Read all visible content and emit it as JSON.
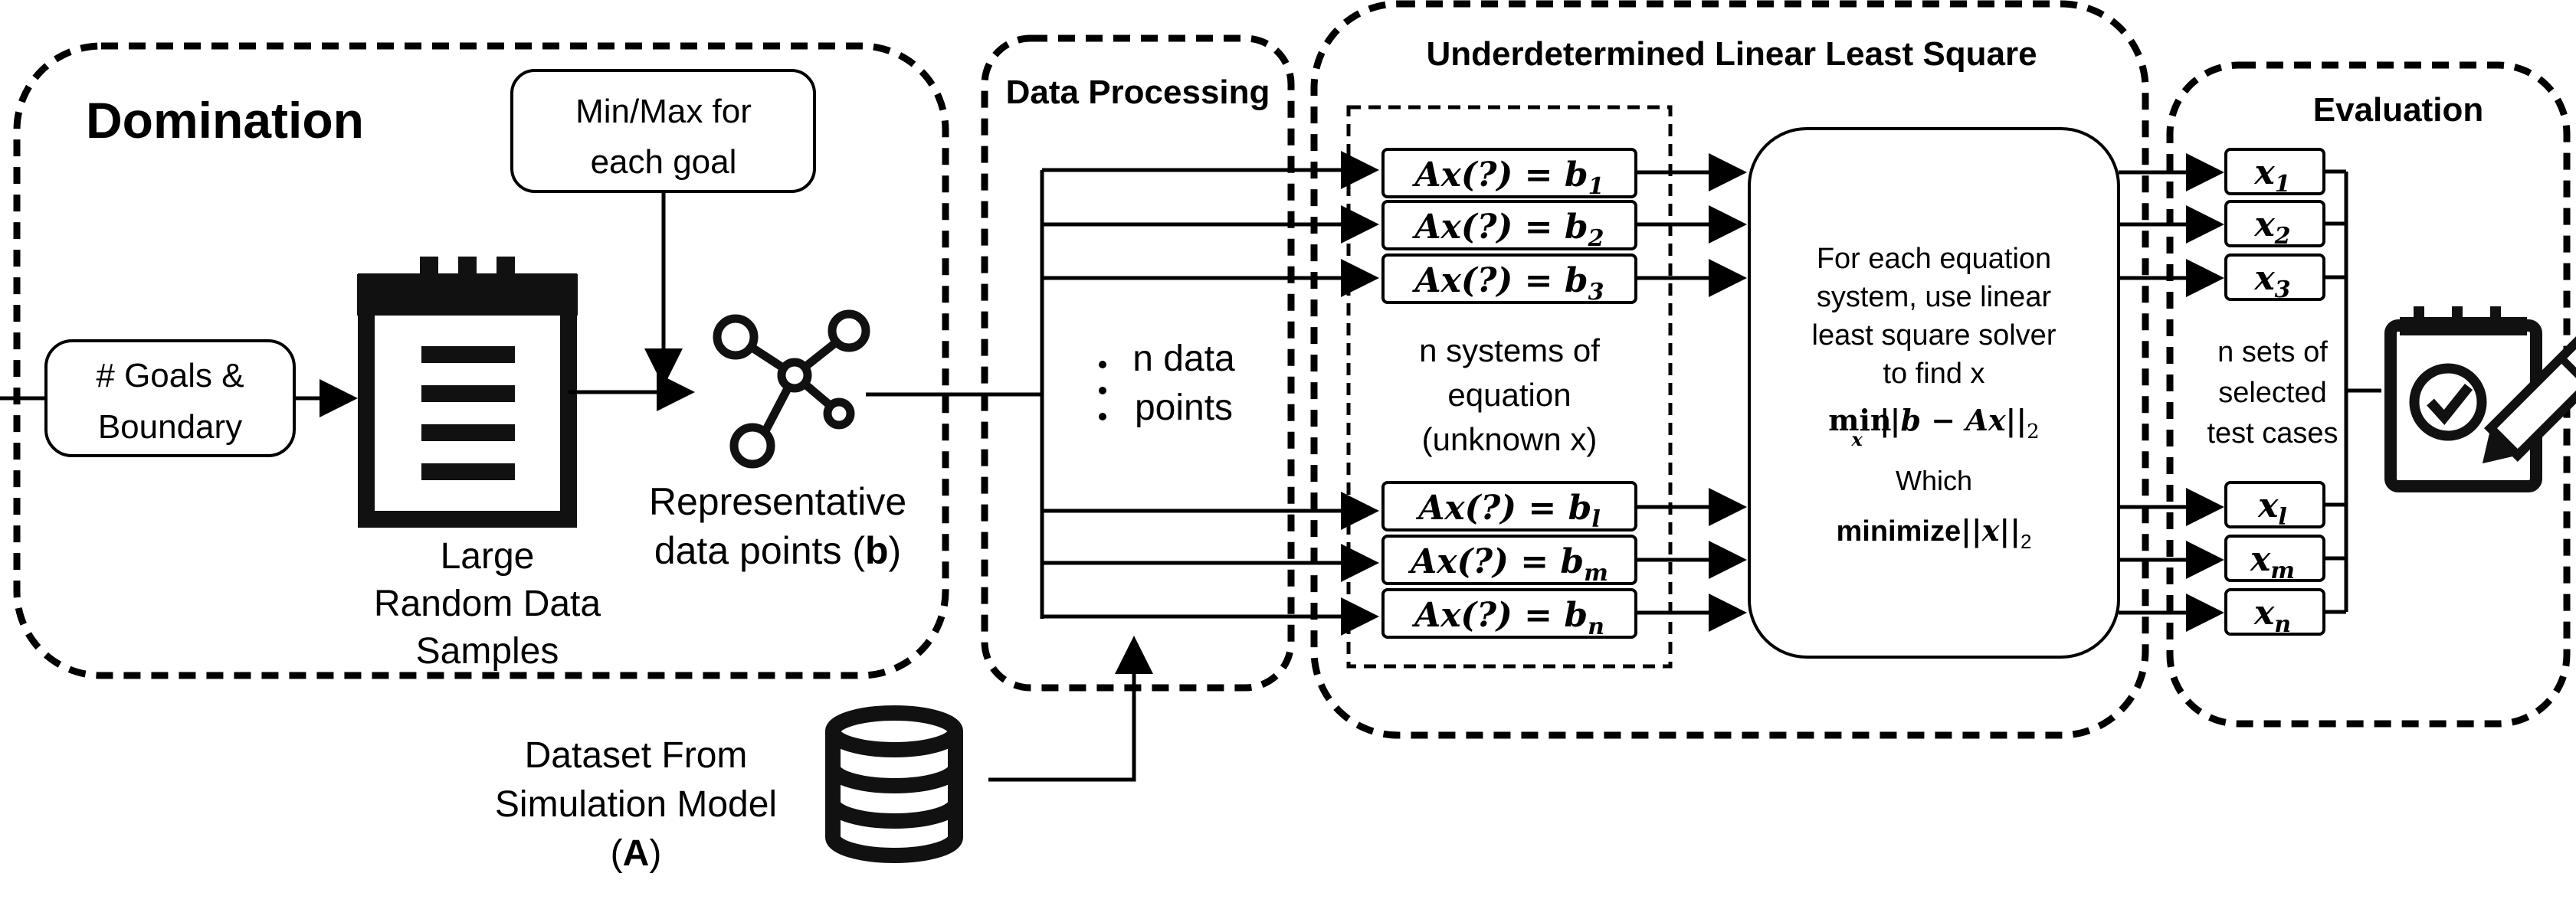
{
  "colors": {
    "ink": "#000000",
    "background": "#ffffff"
  },
  "icons": [
    "notepad-icon",
    "network-nodes-icon",
    "database-icon",
    "checklist-pen-icon"
  ],
  "panels": {
    "domination": {
      "title": "Domination",
      "goals_box": [
        "# Goals &",
        "Boundary"
      ],
      "minmax_box": [
        "Min/Max for",
        "each goal"
      ],
      "samples_label": [
        "Large",
        "Random Data",
        "Samples"
      ],
      "representative_label": [
        "Representative",
        "data points (",
        "b",
        ")"
      ]
    },
    "data_processing": {
      "title": "Data Processing",
      "points_label": [
        "n data",
        "points"
      ]
    },
    "least_square": {
      "title": "Underdetermined Linear Least Square",
      "equations_top": [
        {
          "lhs": "Ax(?) = ",
          "b": "b",
          "sub": "1"
        },
        {
          "lhs": "Ax(?) = ",
          "b": "b",
          "sub": "2"
        },
        {
          "lhs": "Ax(?) = ",
          "b": "b",
          "sub": "3"
        }
      ],
      "equations_bottom": [
        {
          "lhs": "Ax(?) = ",
          "b": "b",
          "sub": "l"
        },
        {
          "lhs": "Ax(?) = ",
          "b": "b",
          "sub": "m"
        },
        {
          "lhs": "Ax(?) = ",
          "b": "b",
          "sub": "n"
        }
      ],
      "systems_label": [
        "n systems of",
        "equation",
        "(unknown x)"
      ],
      "solver_text": [
        "For each equation",
        "system, use linear",
        "least square solver",
        "to find x"
      ],
      "min_formula": {
        "min": "min",
        "var": "x",
        "norm": "||b − Ax||",
        "sub": "2"
      },
      "which": "Which",
      "minimize": {
        "word": "minimize",
        "norm": "||x||",
        "sub": "2"
      }
    },
    "evaluation": {
      "title": "Evaluation",
      "outputs_top": [
        {
          "x": "x",
          "sub": "1"
        },
        {
          "x": "x",
          "sub": "2"
        },
        {
          "x": "x",
          "sub": "3"
        }
      ],
      "outputs_bottom": [
        {
          "x": "x",
          "sub": "l"
        },
        {
          "x": "x",
          "sub": "m"
        },
        {
          "x": "x",
          "sub": "n"
        }
      ],
      "sets_label": [
        "n sets of",
        "selected",
        "test cases"
      ]
    }
  },
  "dataset": {
    "label": [
      "Dataset From",
      "Simulation Model",
      "(",
      "A",
      ")"
    ]
  }
}
